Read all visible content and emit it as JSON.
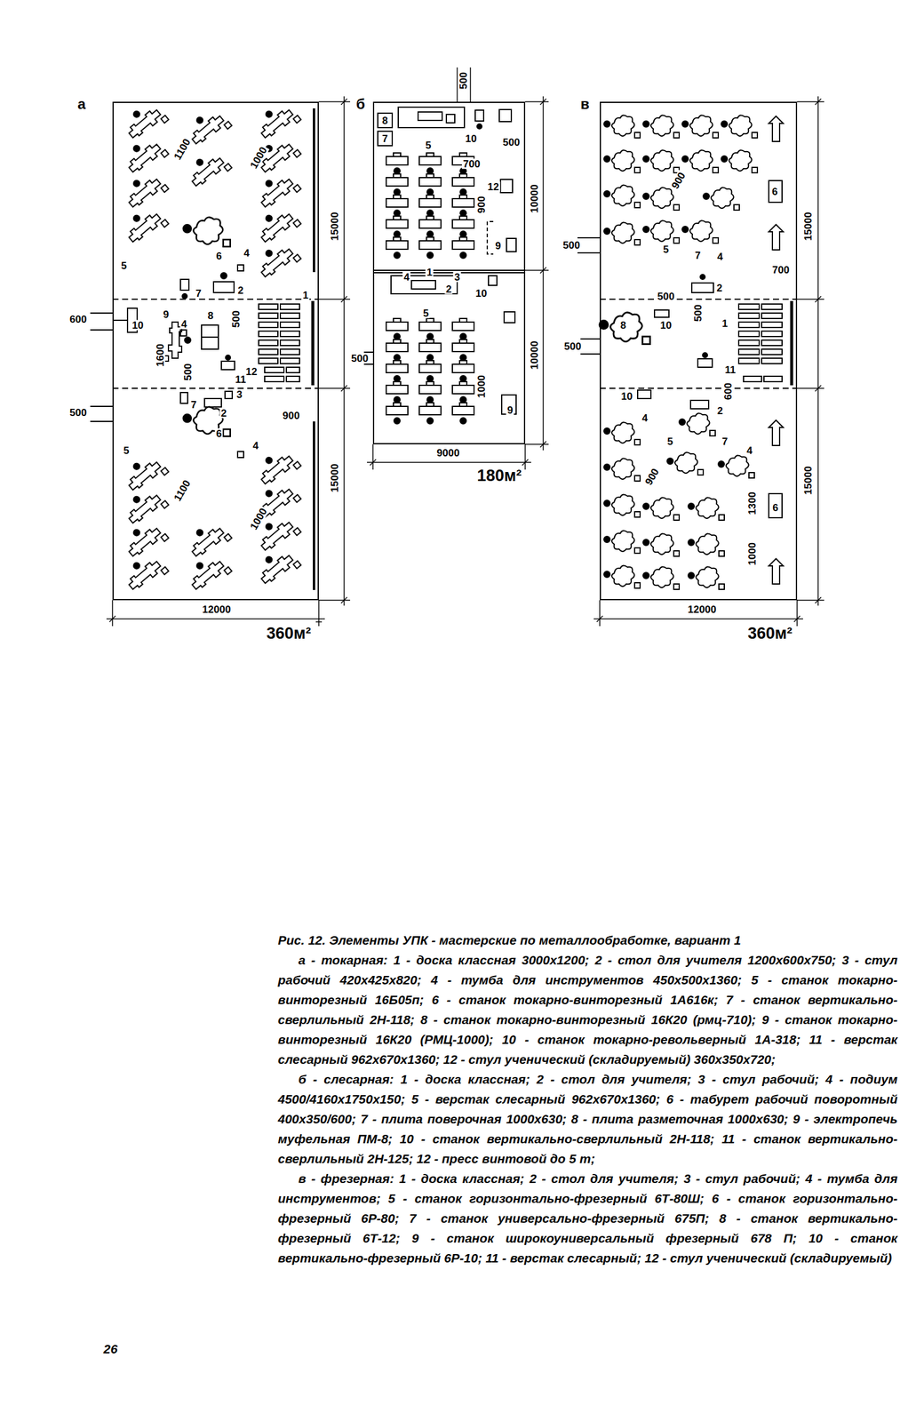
{
  "diagram": {
    "caption": "Рис. 12. Элементы УПК - мастерские по металлообработке, вариант 1",
    "nodes": [
      {
        "text": [
          "а"
        ]
      },
      {
        "text": [
          "б"
        ]
      },
      {
        "text": [
          "в"
        ]
      }
    ],
    "labels": [
      "1100",
      "1000",
      "5",
      "6",
      "4",
      "7",
      "2",
      "1",
      "600",
      "10",
      "9",
      "4",
      "8",
      "500",
      "1600",
      "500",
      "11",
      "3",
      "12",
      "7",
      "2",
      "900",
      "500",
      "5",
      "6",
      "4",
      "1100",
      "1000",
      "15000",
      "15000",
      "12000",
      "360м²",
      "500",
      "8",
      "7",
      "5",
      "10",
      "500",
      "700",
      "900",
      "12",
      "9",
      "10000",
      "4",
      "1",
      "3",
      "2",
      "10",
      "5",
      "500",
      "10000",
      "1000",
      "9",
      "9000",
      "180м²",
      "900",
      "6",
      "5",
      "7",
      "4",
      "700",
      "500",
      "15000",
      "2",
      "500",
      "500",
      "8",
      "10",
      "1",
      "500",
      "11",
      "600",
      "10",
      "2",
      "4",
      "5",
      "7",
      "4",
      "900",
      "1300",
      "6",
      "1000",
      "15000",
      "12000",
      "360м²",
      "а - токарная: 1 - доска классная 3000х1200; 2 - стол для учителя 1200х600х750; 3 - стул рабочий 420х425х820; 4 - тумба для инструментов 450х500х1360; 5 - станок токарно-винторезный 16Б05п; 6 - станок токарно-винторезный 1А616к; 7 - станок вертикально-сверлильный 2Н-118; 8 - станок токарно-винторезный 16К20 (рмц-710); 9 - станок токарно-винторезный 16К20 (РМЦ-1000); 10 - станок токарно-револьверный 1А-318; 11 - верстак слесарный 962х670х1360; 12 - стул ученический (складируемый) 360х350х720;",
      "б - слесарная: 1 - доска классная; 2 - стол для учителя; 3 - стул рабочий; 4 - подиум 4500/4160х1750х150; 5 - верстак слесарный 962х670х1360; 6 - табурет рабочий поворотный 400х350/600; 7 - плита поверочная 1000х630; 8 - плита разметочная 1000х630; 9 - электропечь муфельная ПМ-8; 10 - станок вертикально-сверлильный 2Н-118; 11 - станок вертикально-сверлильный 2Н-125; 12 - пресс винтовой до 5 т;",
      "в - фрезерная: 1 - доска классная; 2 - стол для учителя; 3 - стул рабочий; 4 - тумба для инструментов; 5 - станок горизонтально-фрезерный 6Т-80Ш; 6 - станок горизонтально-фрезерный 6Р-80; 7 - станок универсально-фрезерный 675П; 8 - станок вертикально-фрезерный 6Т-12; 9 - станок широкоуниверсальный фрезерный 678 П; 10 - станок вертикально-фрезерный 6Р-10; 11 - верстак слесарный; 12 - стул ученический (складируемый)",
      "26"
    ]
  }
}
